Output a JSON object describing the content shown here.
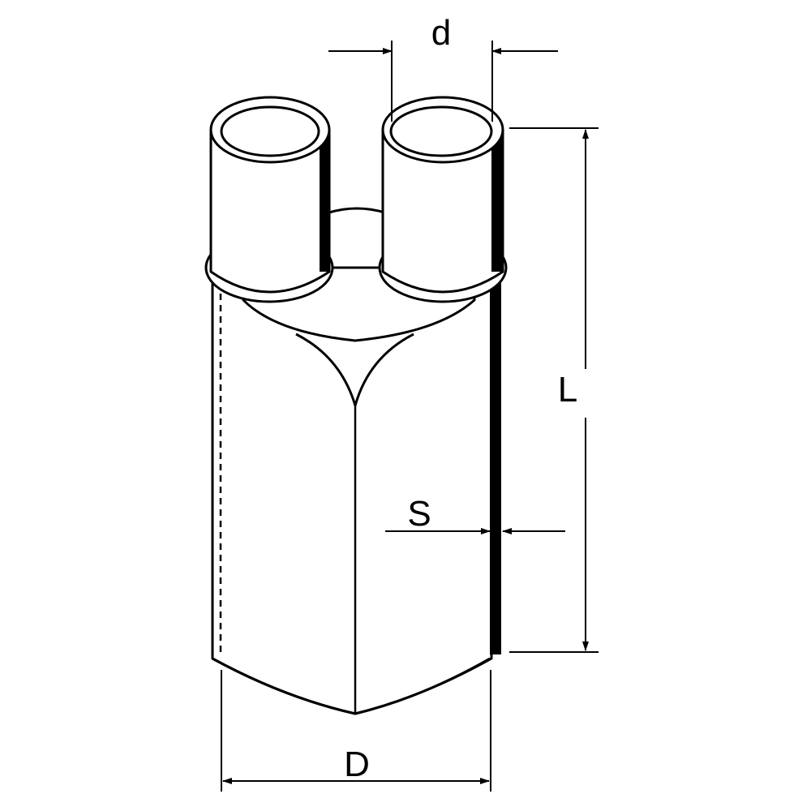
{
  "labels": {
    "d": "d",
    "L": "L",
    "S": "S",
    "D": "D"
  },
  "colors": {
    "stroke": "#000000",
    "fill": "#ffffff"
  }
}
